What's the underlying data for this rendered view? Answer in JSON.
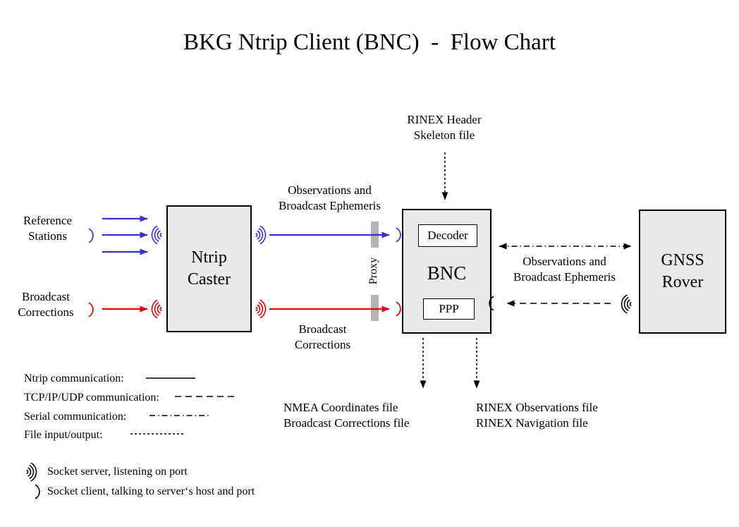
{
  "title": "BKG Ntrip Client (BNC)  -  Flow Chart",
  "colors": {
    "ntrip_blue": "#3333cc",
    "corrections_red": "#e00000",
    "black": "#000000",
    "box_fill": "#e9e9e9",
    "proxy_gray": "#b3b3b3"
  },
  "boxes": {
    "ntrip_caster": {
      "line1": "Ntrip",
      "line2": "Caster"
    },
    "bnc": {
      "label": "BNC",
      "decoder_label": "Decoder",
      "ppp_label": "PPP"
    },
    "gnss_rover": {
      "line1": "GNSS",
      "line2": "Rover"
    }
  },
  "labels": {
    "reference_stations": [
      "Reference",
      "Stations"
    ],
    "broadcast_corrections_in": [
      "Broadcast",
      "Corrections"
    ],
    "obs_ephemeris_left": [
      "Observations and",
      "Broadcast Ephemeris"
    ],
    "broadcast_corrections_mid": [
      "Broadcast",
      "Corrections"
    ],
    "proxy": "Proxy",
    "rinex_header_skeleton": [
      "RINEX Header",
      "Skeleton file"
    ],
    "obs_ephemeris_right": [
      "Observations and",
      "Broadcast Ephemeris"
    ],
    "nmea_output": [
      "NMEA Coordinates file",
      "Broadcast Corrections file"
    ],
    "rinex_output": [
      "RINEX Observations file",
      "RINEX Navigation file"
    ]
  },
  "legend": {
    "items": [
      {
        "label": "Ntrip communication:",
        "line_style": "solid"
      },
      {
        "label": "TCP/IP/UDP communication:",
        "line_style": "dashed"
      },
      {
        "label": "Serial communication:",
        "line_style": "dash-dot"
      },
      {
        "label": "File input/output:",
        "line_style": "fine-dash"
      }
    ]
  },
  "socket_legend": {
    "server": "Socket server, listening on port",
    "client": "Socket client, talking to server‘s host and port"
  }
}
